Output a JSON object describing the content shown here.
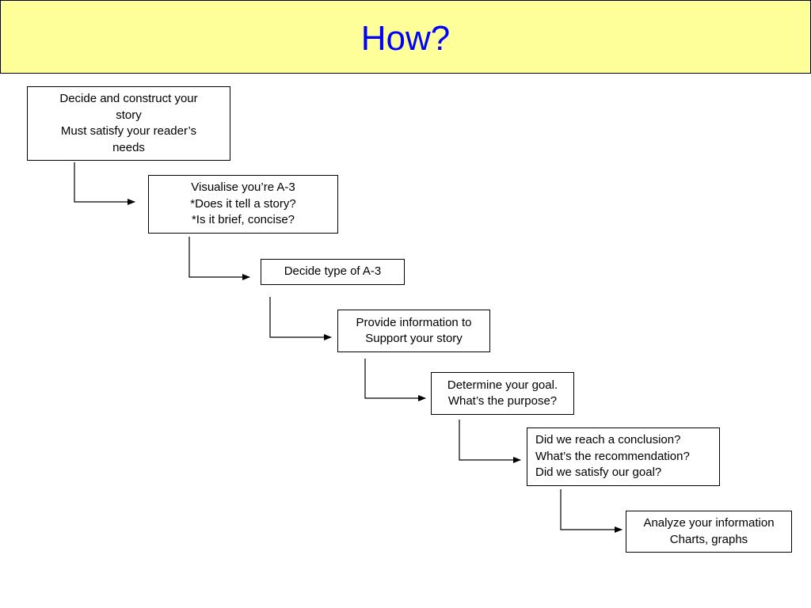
{
  "slide": {
    "title": "How?",
    "colors": {
      "title_bar_background": "#ffff99",
      "title_text": "#0000ff"
    }
  },
  "steps": [
    {
      "lines": [
        "Decide and construct your",
        "story",
        "Must satisfy your reader’s",
        "needs"
      ]
    },
    {
      "lines": [
        "Visualise you’re A-3",
        "*Does it tell a story?",
        "*Is it brief, concise?"
      ]
    },
    {
      "lines": [
        "Decide type of A-3"
      ]
    },
    {
      "lines": [
        "Provide information to",
        "Support your story"
      ]
    },
    {
      "lines": [
        "Determine your goal.",
        "What’s the purpose?"
      ]
    },
    {
      "lines": [
        "Did we reach a conclusion?",
        "What’s the recommendation?",
        "Did we satisfy our goal?"
      ]
    },
    {
      "lines": [
        "Analyze your information",
        "Charts, graphs"
      ]
    }
  ]
}
